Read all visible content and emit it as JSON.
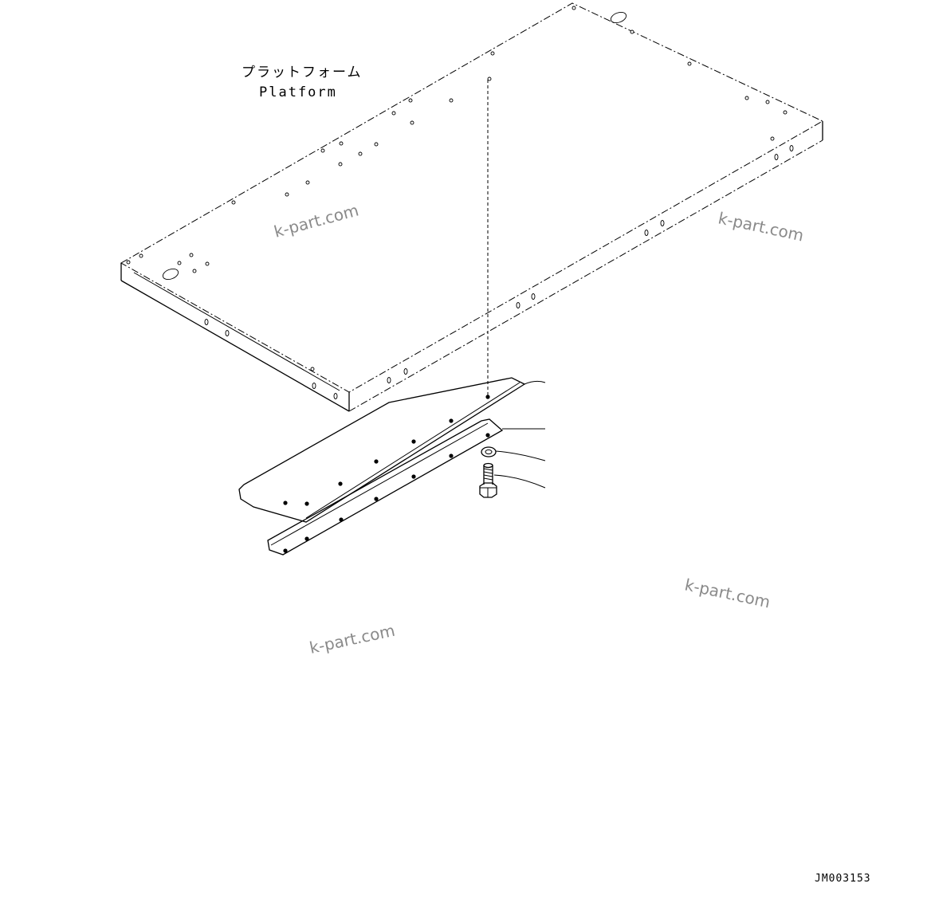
{
  "labels": {
    "platform_jp": "プラットフォーム",
    "platform_en": "Platform",
    "drawing_code": "JM003153"
  },
  "watermarks": [
    "k-part.com",
    "k-part.com",
    "k-part.com",
    "k-part.com"
  ],
  "colors": {
    "line": "#000000",
    "watermark": "#8a8a8a",
    "background": "#ffffff"
  }
}
